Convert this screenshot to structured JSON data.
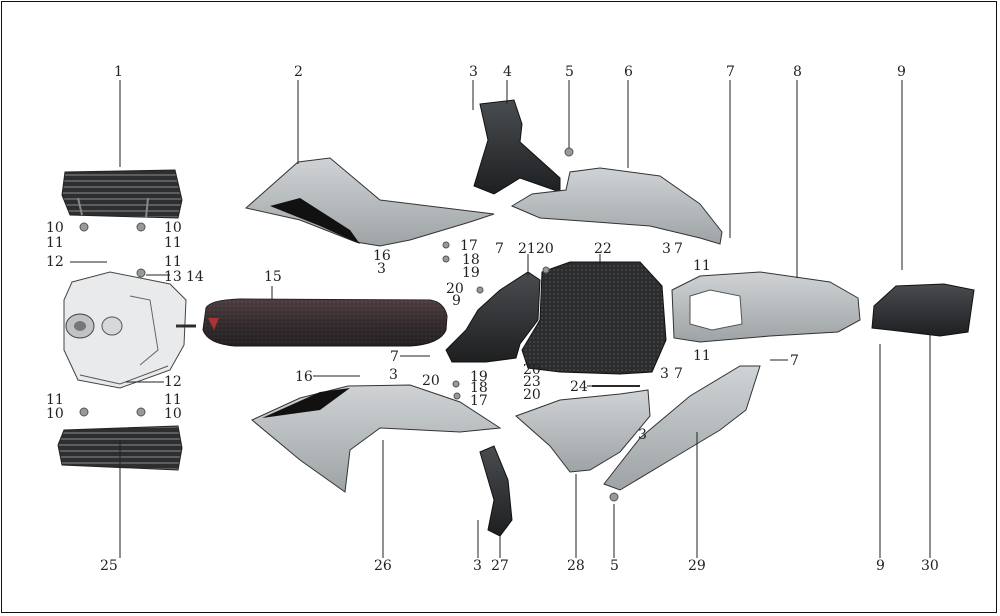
{
  "diagram": {
    "callouts": [
      {
        "id": "c1",
        "text": "1"
      },
      {
        "id": "c2",
        "text": "2"
      },
      {
        "id": "c3a",
        "text": "3"
      },
      {
        "id": "c4",
        "text": "4"
      },
      {
        "id": "c5a",
        "text": "5"
      },
      {
        "id": "c6",
        "text": "6"
      },
      {
        "id": "c7a",
        "text": "7"
      },
      {
        "id": "c8",
        "text": "8"
      },
      {
        "id": "c9a",
        "text": "9"
      },
      {
        "id": "c10a",
        "text": "10"
      },
      {
        "id": "c10b",
        "text": "10"
      },
      {
        "id": "c11a",
        "text": "11"
      },
      {
        "id": "c11b",
        "text": "11"
      },
      {
        "id": "c11c",
        "text": "11"
      },
      {
        "id": "c12a",
        "text": "12"
      },
      {
        "id": "c13",
        "text": "13"
      },
      {
        "id": "c14",
        "text": "14"
      },
      {
        "id": "c15",
        "text": "15"
      },
      {
        "id": "c16a",
        "text": "16"
      },
      {
        "id": "c3b",
        "text": "3"
      },
      {
        "id": "c17a",
        "text": "17"
      },
      {
        "id": "c18a",
        "text": "18"
      },
      {
        "id": "c19a",
        "text": "19"
      },
      {
        "id": "c20a",
        "text": "20"
      },
      {
        "id": "c9b",
        "text": "9"
      },
      {
        "id": "c7b",
        "text": "7"
      },
      {
        "id": "c21",
        "text": "21"
      },
      {
        "id": "c20b",
        "text": "20"
      },
      {
        "id": "c22",
        "text": "22"
      },
      {
        "id": "c3c",
        "text": "3"
      },
      {
        "id": "c7c",
        "text": "7"
      },
      {
        "id": "c11d",
        "text": "11"
      },
      {
        "id": "c7d",
        "text": "7"
      },
      {
        "id": "c20c",
        "text": "20"
      },
      {
        "id": "c11e",
        "text": "11"
      },
      {
        "id": "c7e",
        "text": "7"
      },
      {
        "id": "c3d",
        "text": "3"
      },
      {
        "id": "c7f",
        "text": "7"
      },
      {
        "id": "c16b",
        "text": "16"
      },
      {
        "id": "c3e",
        "text": "3"
      },
      {
        "id": "c19b",
        "text": "19"
      },
      {
        "id": "c20d",
        "text": "20"
      },
      {
        "id": "c18b",
        "text": "18"
      },
      {
        "id": "c23",
        "text": "23"
      },
      {
        "id": "c17b",
        "text": "17"
      },
      {
        "id": "c20e",
        "text": "20"
      },
      {
        "id": "c12b",
        "text": "12"
      },
      {
        "id": "c11f",
        "text": "11"
      },
      {
        "id": "c11g",
        "text": "11"
      },
      {
        "id": "c10c",
        "text": "10"
      },
      {
        "id": "c10d",
        "text": "10"
      },
      {
        "id": "c24",
        "text": "24"
      },
      {
        "id": "c3f",
        "text": "3"
      },
      {
        "id": "c25",
        "text": "25"
      },
      {
        "id": "c26",
        "text": "26"
      },
      {
        "id": "c3g",
        "text": "3"
      },
      {
        "id": "c27",
        "text": "27"
      },
      {
        "id": "c28",
        "text": "28"
      },
      {
        "id": "c5b",
        "text": "5"
      },
      {
        "id": "c29",
        "text": "29"
      },
      {
        "id": "c9c",
        "text": "9"
      },
      {
        "id": "c30",
        "text": "30"
      }
    ]
  }
}
